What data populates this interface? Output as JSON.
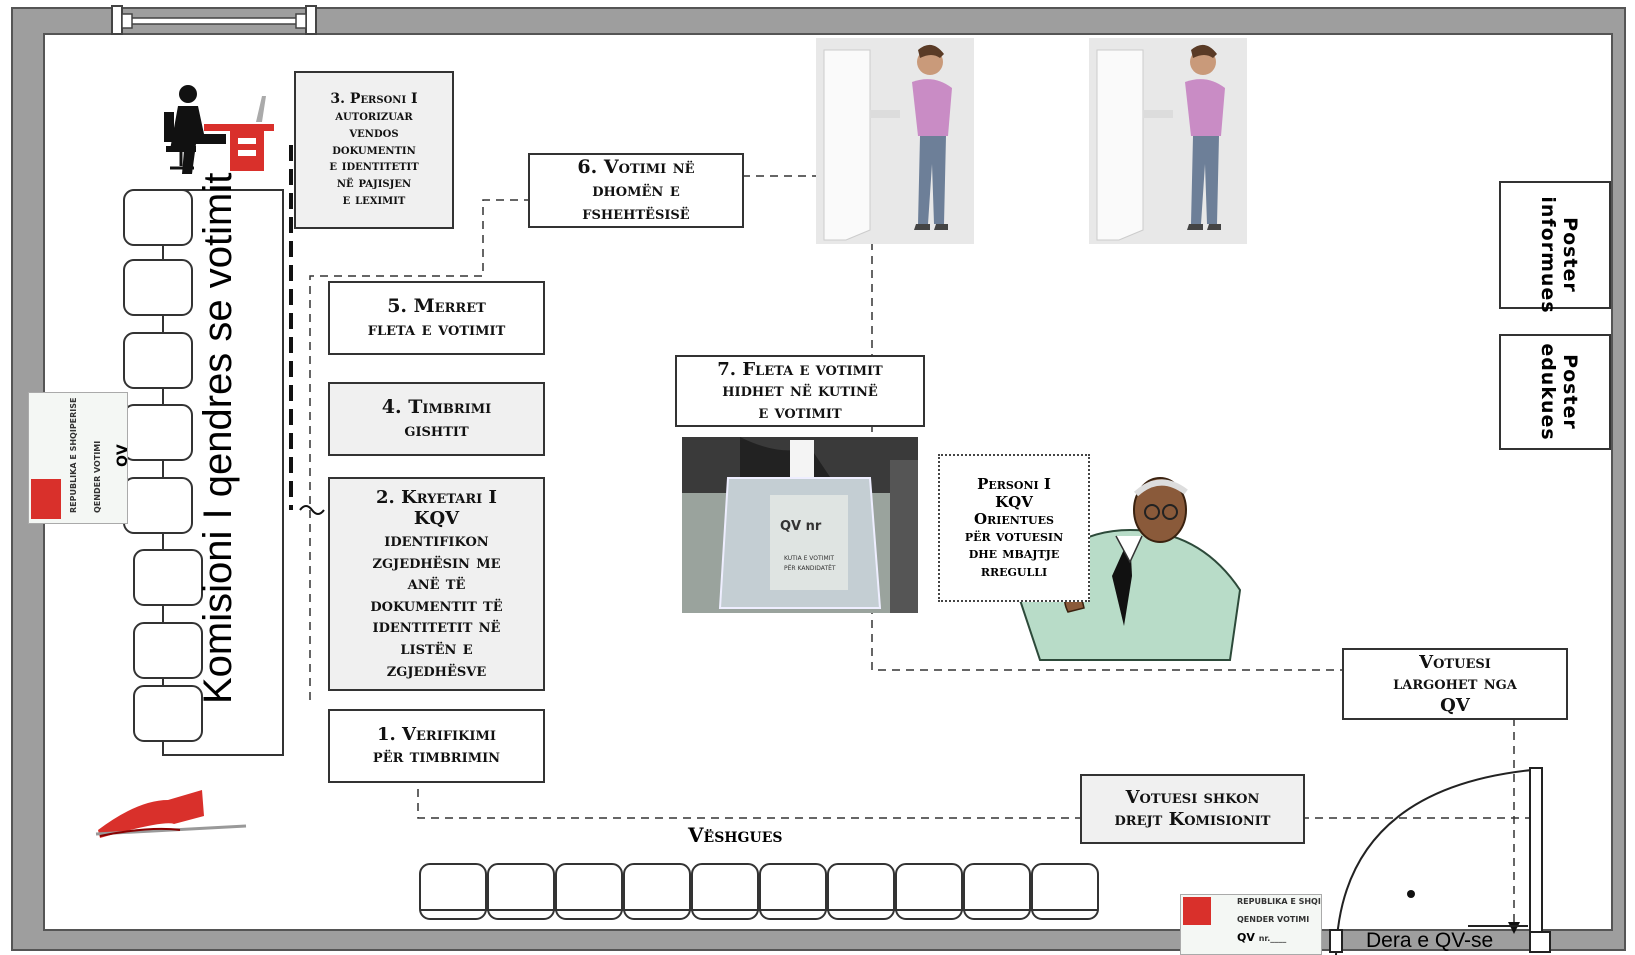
{
  "steps": {
    "step1": "1. Verifikimi\npër timbrimin",
    "step2": "2. Kryetari I\nKQV\nidentifikon\nzgjedhësin me\nanë të\ndokumentit të\nidentitetit në\nlistën e\nzgjedhësve",
    "step3": "3. Personi I\nautorizuar\nvendos\ndokumentin\ne identitetit\nnë pajisjen\ne leximit",
    "step4": "4. Timbrimi\ngishtit",
    "step5": "5. Merret\nfleta e votimit",
    "step6": "6. Votimi në\ndhomën e\nfshehtësisë",
    "step7": "7. Fleta e votimit\nhidhet në kutinë\ne votimit"
  },
  "labels": {
    "commission": "Komisioni I qendres se votimit",
    "voter_goes": "Votuesi shkon\ndrejt Komisionit",
    "voter_leaves": "Votuesi\nlargohet nga\nQV",
    "observers": "Vëshgues",
    "door": "Dera e QV-se",
    "orienting_person": "Personi I\nKQV\nOrientues\npër votuesin\ndhe mbajtje\nrregulli",
    "poster_info": "Poster\ninformues",
    "poster_edu": "Poster\nedukues"
  },
  "card": {
    "country": "REPUBLIKA E SHQIPERISE",
    "center": "QENDER VOTIMI",
    "qv": "QV",
    "nr": "nr.____"
  },
  "ballot_box": {
    "qv": "QV nr",
    "text": "KUTIA E VOTIMIT PËR KANDIDATËT"
  },
  "icons": [
    "seated-person-at-desk-icon",
    "voting-booth-person-icon",
    "ballot-box-photo",
    "official-man-clipart",
    "red-stamp-icon",
    "polling-center-card-icon"
  ],
  "colors": {
    "frame": "#9e9e9e",
    "box_fill": "#f0f0f0",
    "line": "#333333",
    "desk_red": "#d9302b"
  }
}
